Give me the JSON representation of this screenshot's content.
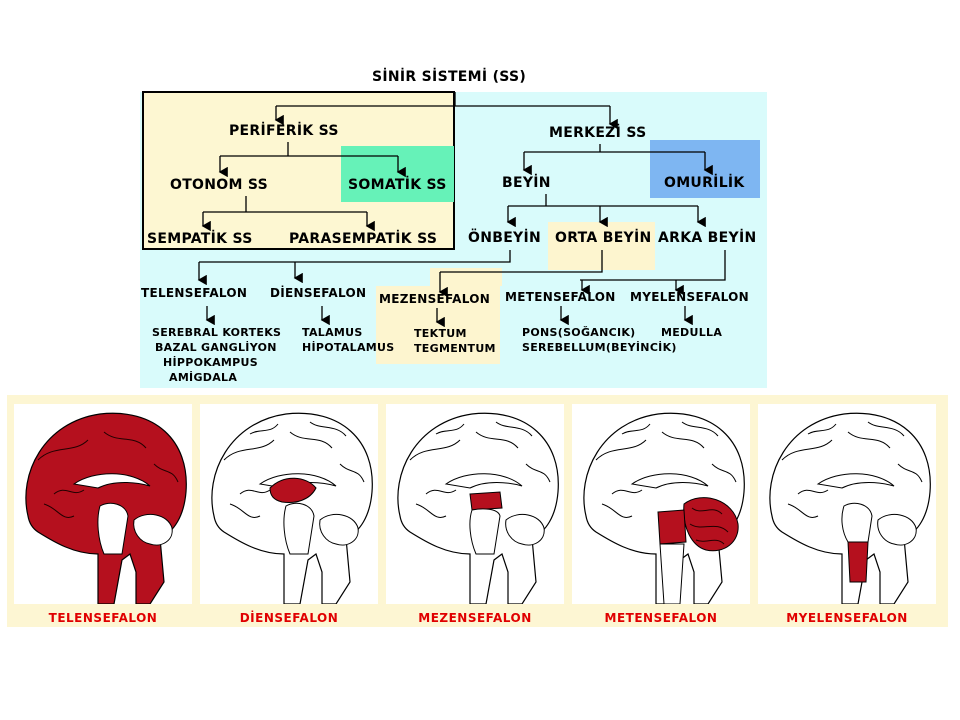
{
  "title": "SİNİR SİSTEMİ (SS)",
  "nodes": {
    "periferik": "PERİFERİK SS",
    "merkezi": "MERKEZİ SS",
    "otonom": "OTONOM SS",
    "somatik": "SOMATİK SS",
    "beyin": "BEYİN",
    "omurilik": "OMURİLİK",
    "sempatik": "SEMPATİK SS",
    "parasempatik": "PARASEMPATİK SS",
    "onbeyin": "ÖNBEYİN",
    "orta_beyin": "ORTA BEYİN",
    "arka_beyin": "ARKA BEYİN",
    "telensefalon": "TELENSEFALON",
    "diensefalon": "DİENSEFALON",
    "mezensefalon": "MEZENSEFALON",
    "metensefalon": "METENSEFALON",
    "myelensefalon": "MYELENSEFALON"
  },
  "leaves": {
    "telensefalon": [
      "SEREBRAL KORTEKS",
      "BAZAL GANGLİYON",
      "HİPPOKAMPUS",
      "AMİGDALA"
    ],
    "diensefalon": [
      "TALAMUS",
      "HİPOTALAMUS"
    ],
    "mezensefalon": [
      "TEKTUM",
      "TEGMENTUM"
    ],
    "metensefalon": [
      "PONS(SOĞANCIK)",
      "SEREBELLUM(BEYİNCİK)"
    ],
    "myelensefalon": [
      "MEDULLA"
    ]
  },
  "panels": [
    "TELENSEFALON",
    "DİENSEFALON",
    "MEZENSEFALON",
    "METENSEFALON",
    "MYELENSEFALON"
  ],
  "colors": {
    "peripheral_bg": "#fdf7d2",
    "central_bg": "#d9fbfb",
    "somatik_bg": "#66f2b8",
    "omurilik_bg": "#7eb6f2",
    "highlight_bg": "#fdf5cf",
    "brain_strip_bg": "#fdf6d3",
    "brain_region": "#b5101e",
    "label_red": "#e00000"
  }
}
